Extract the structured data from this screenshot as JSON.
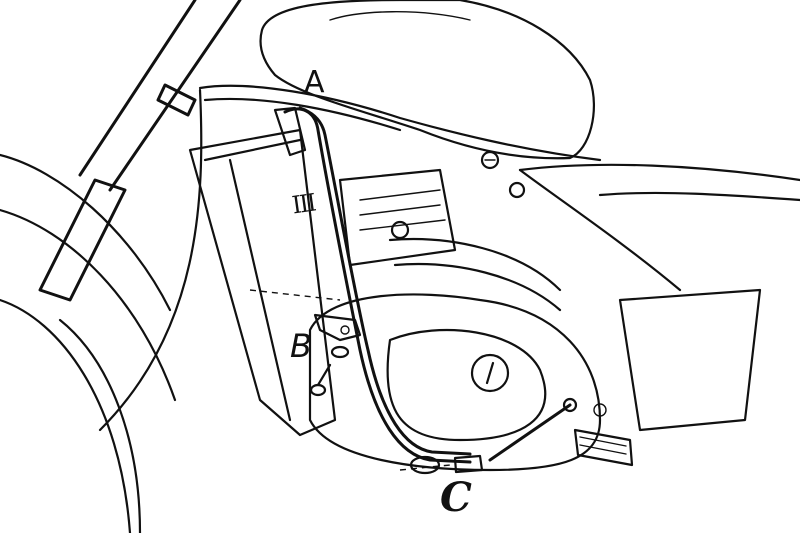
{
  "diagram": {
    "subject": "Motorcycle engine guard mounting diagram",
    "labels": [
      {
        "id": "A",
        "text": "A",
        "meaning": "upper mounting point"
      },
      {
        "id": "B",
        "text": "B",
        "meaning": "middle mounting point"
      },
      {
        "id": "C",
        "text": "C",
        "meaning": "lower mounting point"
      }
    ],
    "marking": "III",
    "colors": {
      "line": "#111111",
      "background": "#ffffff"
    }
  }
}
